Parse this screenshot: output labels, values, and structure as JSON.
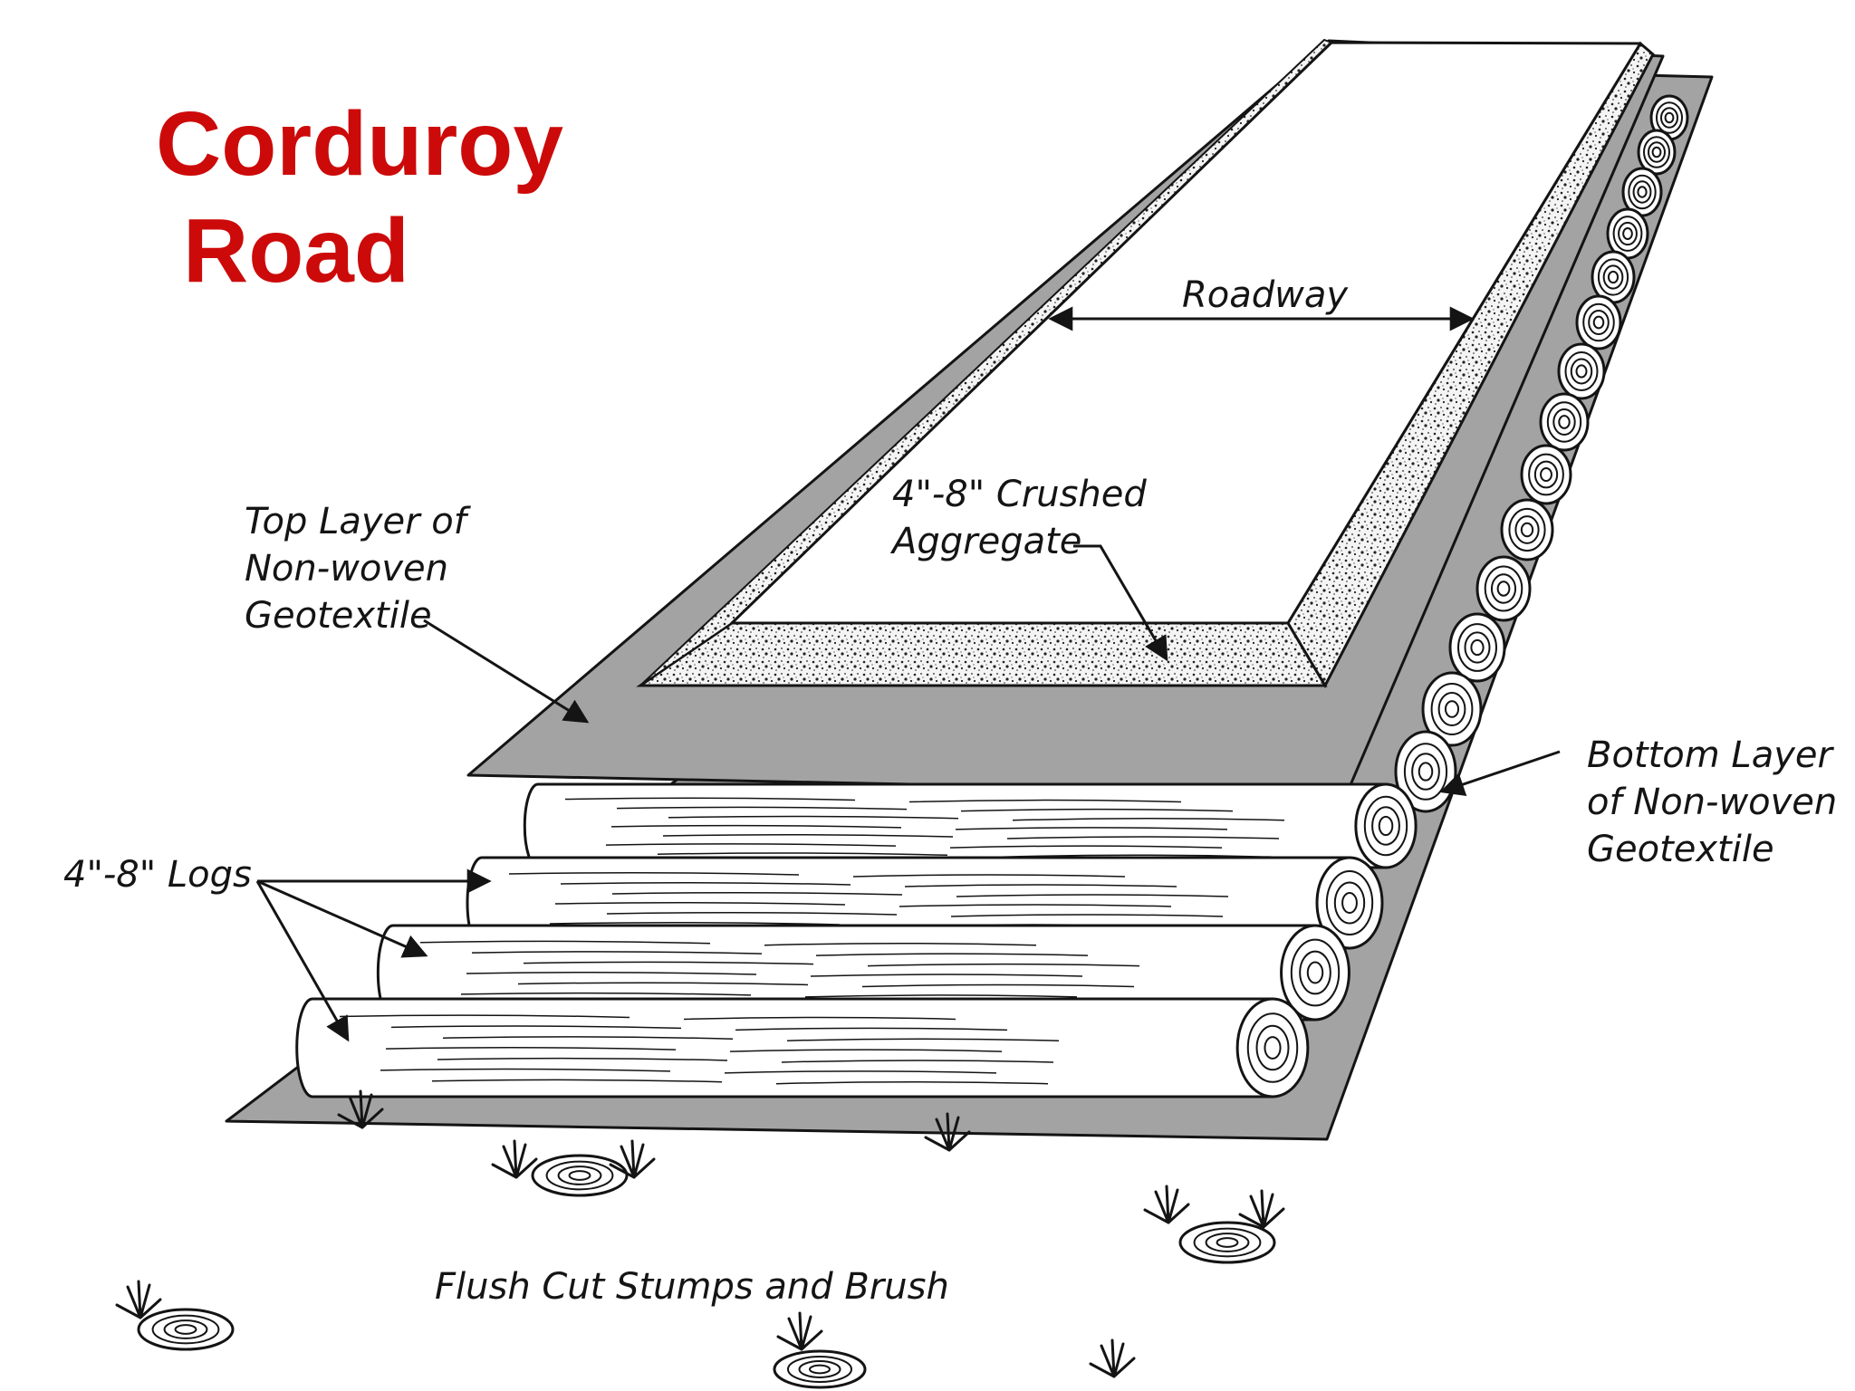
{
  "title": {
    "line1": "Corduroy",
    "line2": "Road"
  },
  "labels": {
    "roadway": "Roadway",
    "aggregate": {
      "line1": "4\"-8\" Crushed",
      "line2": "Aggregate"
    },
    "top_geotextile": {
      "line1": "Top Layer of",
      "line2": "Non-woven",
      "line3": "Geotextile"
    },
    "bottom_geotextile": {
      "line1": "Bottom Layer",
      "line2": "of Non-woven",
      "line3": "Geotextile"
    },
    "logs": "4\"-8\" Logs",
    "ground": "Flush Cut Stumps and Brush"
  },
  "colors": {
    "title": "#cc0a0a",
    "geotextile": "#a3a3a3",
    "outline": "#141414",
    "log_fill": "#ffffff",
    "aggregate_fill": "#f4f4f4"
  }
}
